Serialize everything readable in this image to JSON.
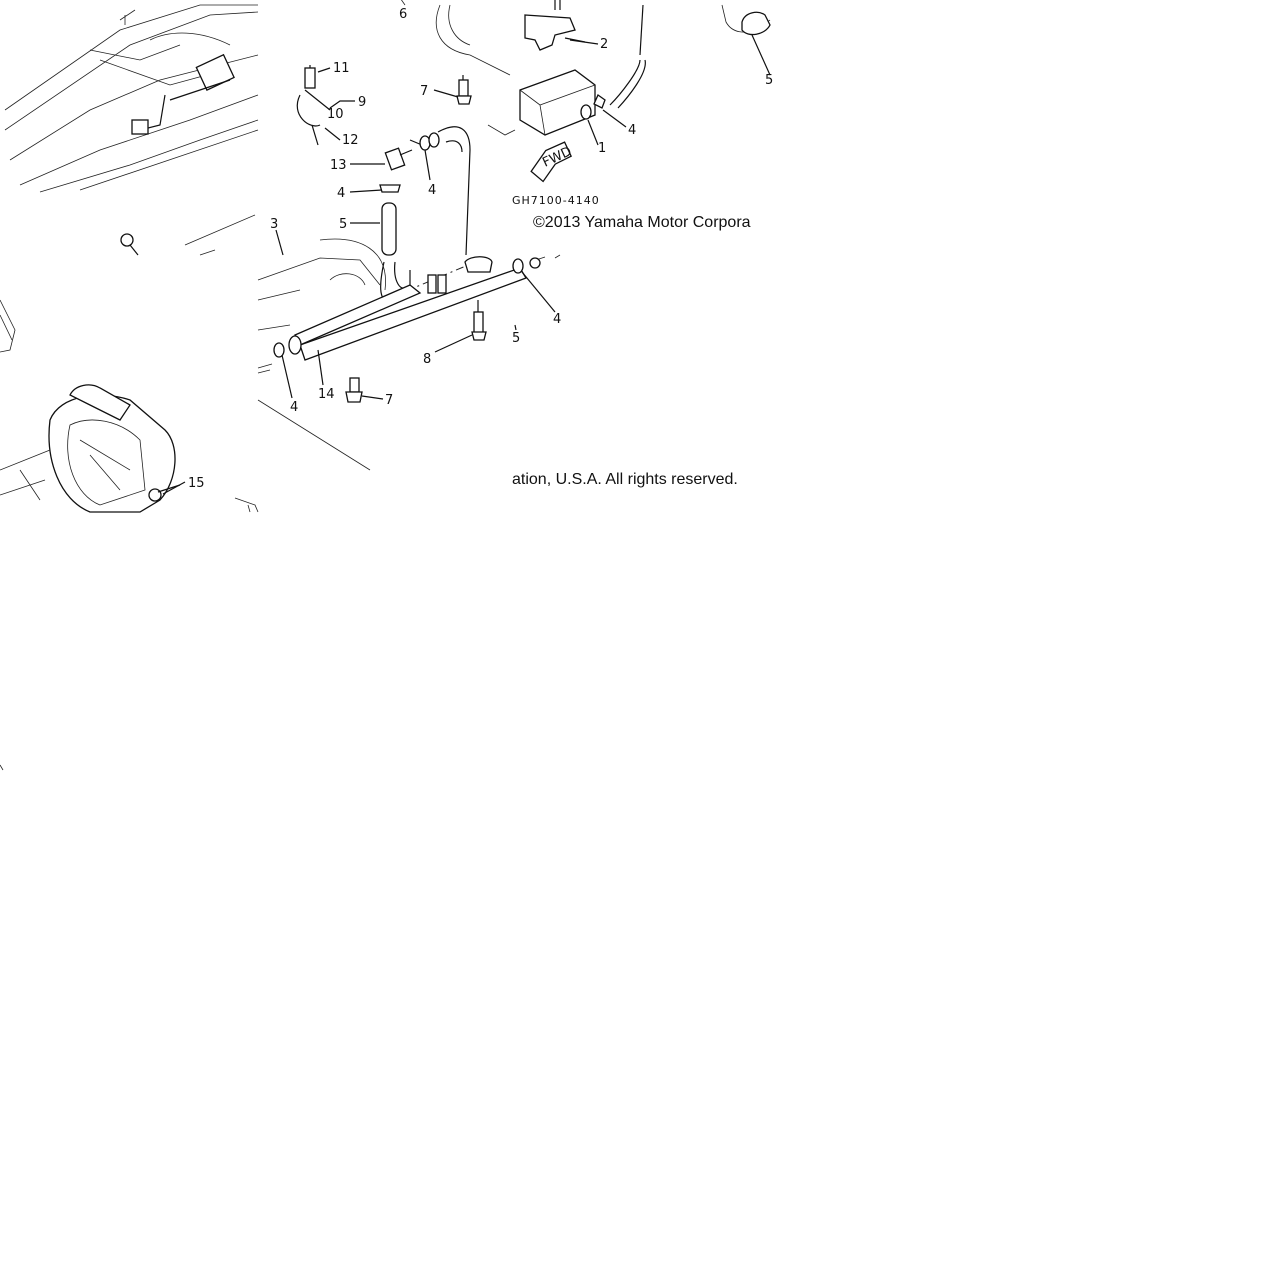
{
  "diagram": {
    "drawing_code": "GH7100-4140",
    "copyright_top": "©2013 Yamaha Motor Corpora",
    "copyright_bottom": "ation, U.S.A. All rights reserved.",
    "fwd_label": "FWD",
    "callouts": {
      "c1": "1",
      "c2": "2",
      "c3": "3",
      "c4a": "4",
      "c4b": "4",
      "c4c": "4",
      "c4d": "4",
      "c4e": "4",
      "c5a": "5",
      "c5b": "5",
      "c5c": "5",
      "c6": "6",
      "c7a": "7",
      "c7b": "7",
      "c8": "8",
      "c9": "9",
      "c10": "10",
      "c11": "11",
      "c12": "12",
      "c13": "13",
      "c14": "14",
      "c15": "15"
    }
  }
}
